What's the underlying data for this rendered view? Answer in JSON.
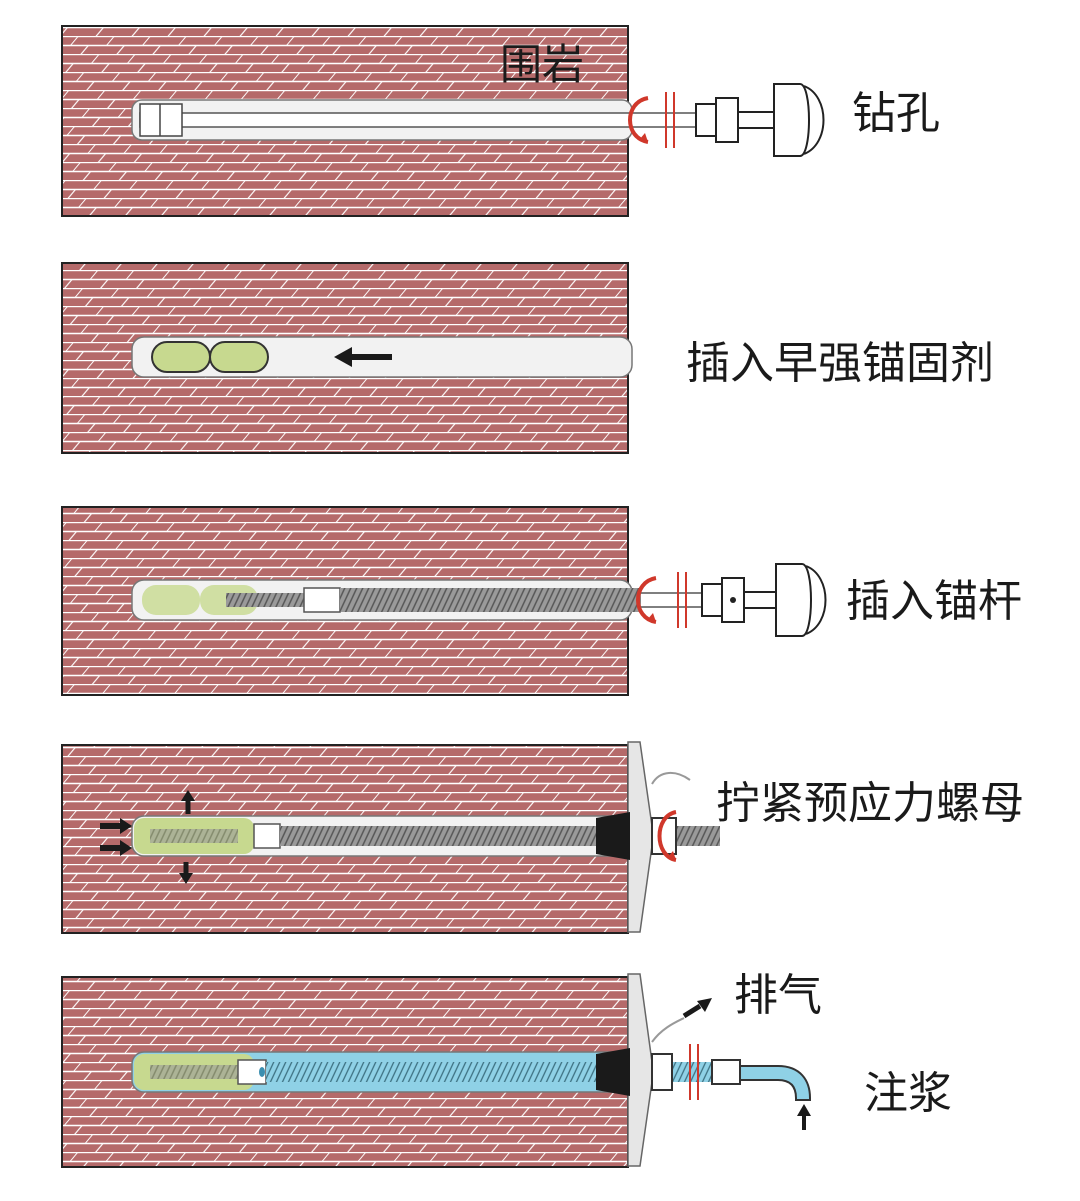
{
  "rock_label": "围岩",
  "steps": [
    {
      "label": "钻孔"
    },
    {
      "label": "插入早强锚固剂"
    },
    {
      "label": "插入锚杆"
    },
    {
      "label": "拧紧预应力螺母"
    },
    {
      "label": "排气",
      "second_label": "注浆"
    }
  ],
  "colors": {
    "rock_fill": "#b56a6a",
    "brick_line": "#ffffff",
    "hole_fill": "#f2f2f2",
    "resin": "#c7d98f",
    "rod": "#8c8c8c",
    "grout": "#8fd1e6",
    "rotation_arrow": "#d0382b"
  }
}
